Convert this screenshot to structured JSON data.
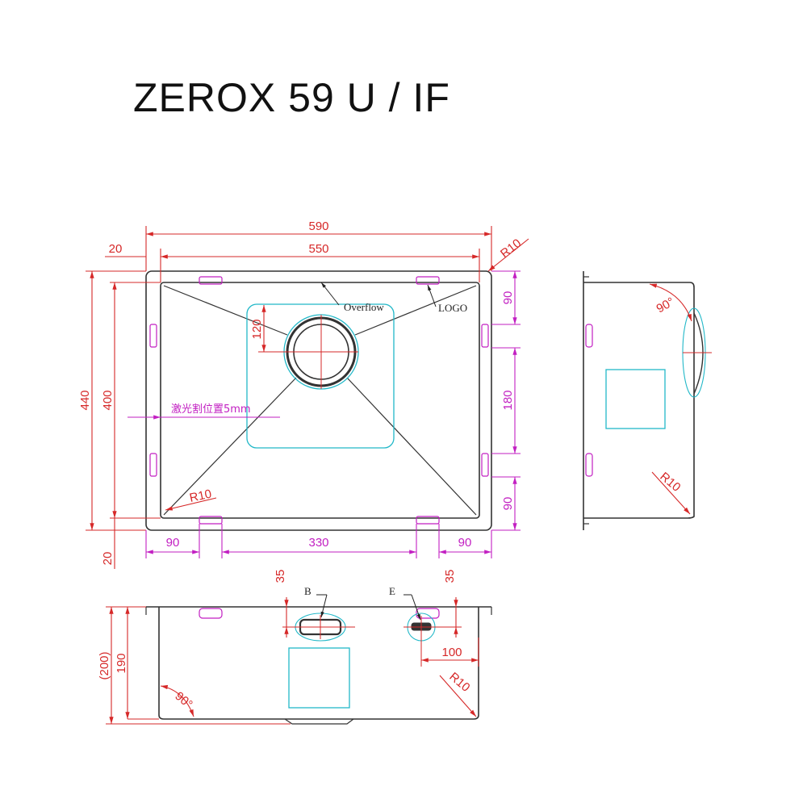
{
  "title": "ZEROX 59 U / IF",
  "colors": {
    "outline": "#333333",
    "dimension": "#d62828",
    "magenta": "#c21fc2",
    "cyan": "#22b8c8",
    "background": "#ffffff"
  },
  "top_view": {
    "overall_width": "590",
    "bowl_width": "550",
    "flange": "20",
    "corner_radius_outer": "R10",
    "overall_depth": "440",
    "bowl_depth": "400",
    "flange_bottom": "20",
    "drain_offset": "120",
    "overflow_label": "Overflow",
    "logo_label": "LOGO",
    "laser_note": "激光割位置5mm",
    "inner_corner_radius": "R10",
    "right_dims": [
      "90",
      "180",
      "90"
    ],
    "bottom_dims": [
      "90",
      "330",
      "90"
    ]
  },
  "side_view": {
    "angle": "90°",
    "corner_radius": "R10"
  },
  "front_view": {
    "overall_height": "(200)",
    "bowl_height": "190",
    "angle": "90°",
    "corner_radius": "R10",
    "label_b": "B",
    "label_e": "E",
    "b_offset": "35",
    "e_offset": "35",
    "e_width": "100"
  }
}
